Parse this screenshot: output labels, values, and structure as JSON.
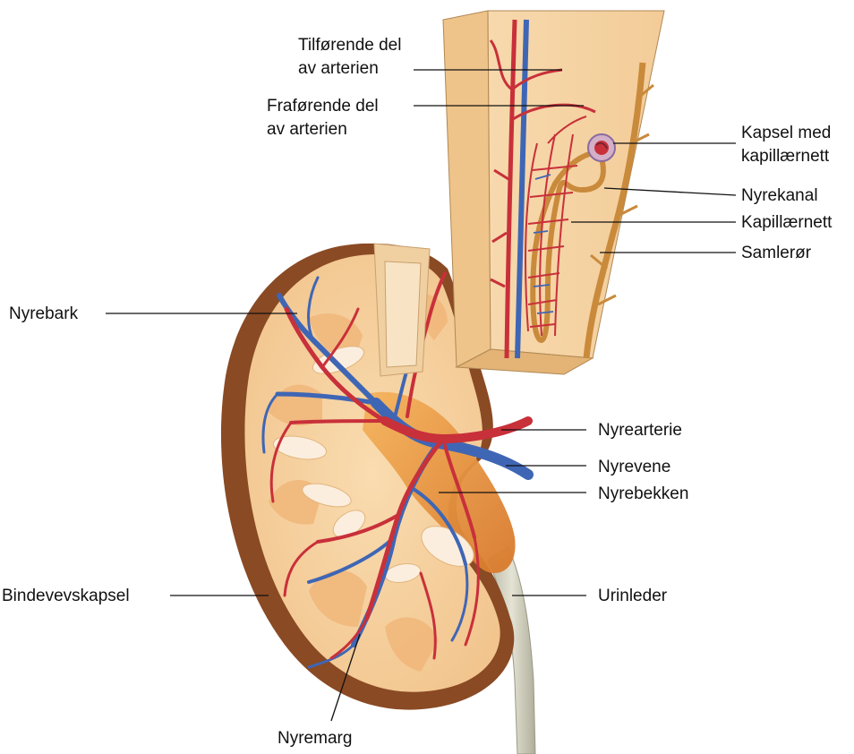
{
  "labels": {
    "tilforende_1": "Tilførende del",
    "tilforende_2": "av arterien",
    "fraforende_1": "Fraførende del",
    "fraforende_2": "av arterien",
    "kapsel_1": "Kapsel med",
    "kapsel_2": "kapillærnett",
    "nyrekanal": "Nyrekanal",
    "kapillaernett": "Kapillærnett",
    "samleror": "Samlerør",
    "nyrebark": "Nyrebark",
    "nyrearterie": "Nyrearterie",
    "nyrevene": "Nyrevene",
    "nyrebekken": "Nyrebekken",
    "bindevevskapsel": "Bindevevskapsel",
    "urinleder": "Urinleder",
    "nyremarg": "Nyremarg"
  },
  "colors": {
    "artery": "#c8303a",
    "vein": "#3f66b5",
    "cortex": "#f6d3a2",
    "capsule": "#8a4a24",
    "pelvis": "#e8963c",
    "tubule": "#c98a3c",
    "ureter": "#cfcfc0"
  }
}
